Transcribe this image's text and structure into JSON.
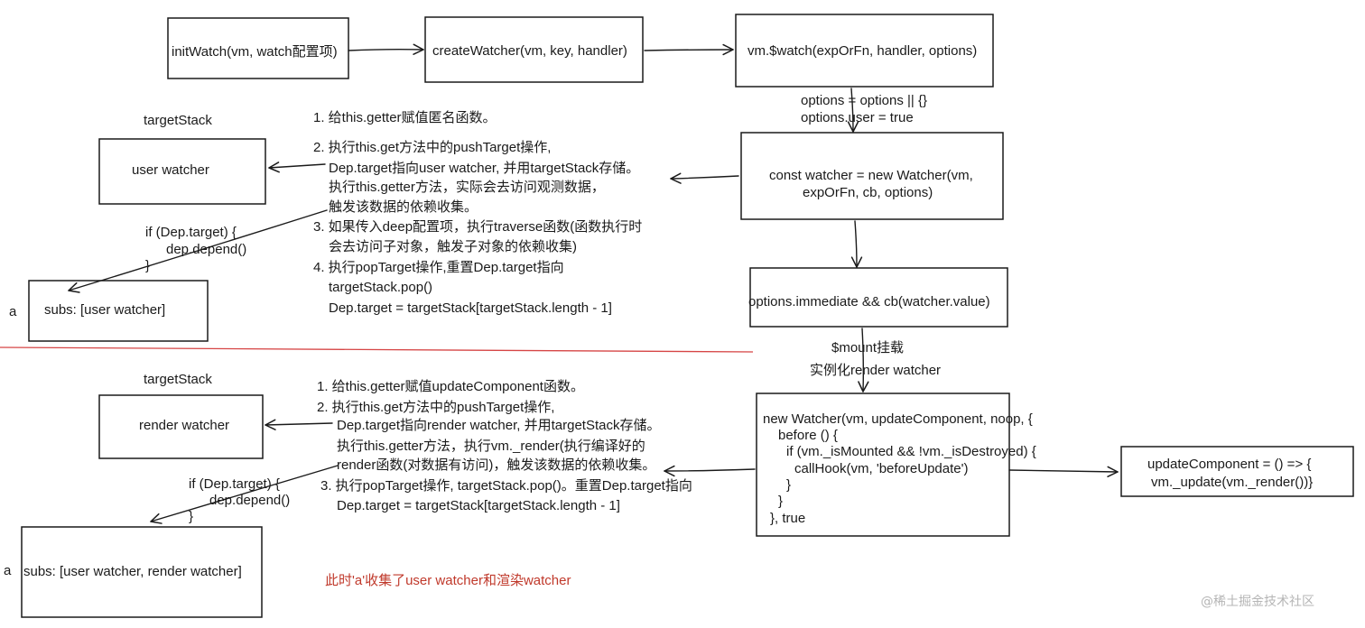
{
  "top_flow": {
    "init_watch": "initWatch(vm, watch配置项)",
    "create_watcher": "createWatcher(vm, key, handler)",
    "vm_watch": "vm.$watch(expOrFn, handler, options)",
    "options_note": [
      "options = options || {}",
      "options.user = true"
    ],
    "new_watcher": [
      "const watcher = new Watcher(vm,",
      "expOrFn, cb, options)"
    ],
    "immediate": "options.immediate && cb(watcher.value)",
    "target_stack_label": "targetStack",
    "stack_item": "user watcher",
    "if_dep": [
      "if (Dep.target) {",
      "dep.depend()",
      "}"
    ],
    "subs_prefix": "a",
    "subs": "subs:  [user watcher]",
    "steps": [
      "1. 给this.getter赋值匿名函数。",
      "2. 执行this.get方法中的pushTarget操作,",
      "Dep.target指向user watcher, 并用targetStack存储。",
      "执行this.getter方法，实际会去访问观测数据，",
      "触发该数据的依赖收集。",
      "3.  如果传入deep配置项，执行traverse函数(函数执行时",
      "会去访问子对象，触发子对象的依赖收集)",
      "4. 执行popTarget操作,重置Dep.target指向",
      "targetStack.pop()",
      "Dep.target = targetStack[targetStack.length - 1]"
    ]
  },
  "bottom_flow": {
    "mount_note": [
      "$mount挂载",
      "实例化render watcher"
    ],
    "new_watcher": [
      "new Watcher(vm, updateComponent, noop, {",
      "before () {",
      "if (vm._isMounted && !vm._isDestroyed) {",
      "callHook(vm, 'beforeUpdate')",
      "}",
      "}",
      "}, true"
    ],
    "update_component": [
      "updateComponent = () => {",
      "vm._update(vm._render())}"
    ],
    "target_stack_label": "targetStack",
    "stack_item": "render watcher",
    "if_dep": [
      "if (Dep.target) {",
      "dep.depend()",
      "}"
    ],
    "subs_prefix": "a",
    "subs": "subs:  [user watcher, render watcher]",
    "steps": [
      "1. 给this.getter赋值updateComponent函数。",
      "2. 执行this.get方法中的pushTarget操作,",
      "Dep.target指向render watcher, 并用targetStack存储。",
      "执行this.getter方法，执行vm._render(执行编译好的",
      "render函数(对数据有访问)，触发该数据的依赖收集。",
      "3. 执行popTarget操作, targetStack.pop()。重置Dep.target指向",
      "Dep.target = targetStack[targetStack.length - 1]"
    ],
    "conclusion": "此时'a'收集了user watcher和渲染watcher"
  },
  "watermark": "@稀土掘金技术社区",
  "colors": {
    "stroke": "#1a1a1a",
    "divider": "#d64545",
    "highlight_text": "#c0392b",
    "watermark": "#b5b5b5"
  }
}
